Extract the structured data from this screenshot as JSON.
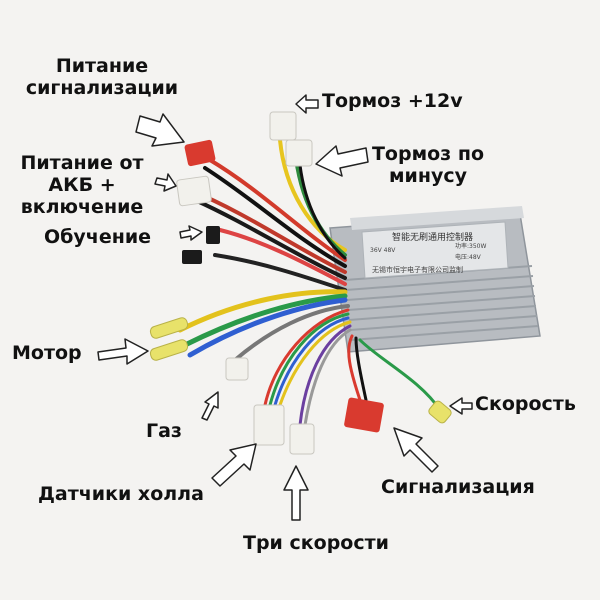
{
  "colors": {
    "background": "#f4f3f1",
    "controller_body": "#c9ccd0",
    "red_connector": "#d93a2f",
    "white_connector": "#f2f1ec"
  },
  "labels": {
    "alarm_power_1": "Питание",
    "alarm_power_2": "сигнализации",
    "brake_12v": "Тормоз +12v",
    "battery_1": "Питание от",
    "battery_2": "АКБ +",
    "battery_3": "включение",
    "brake_minus_1": "Тормоз по",
    "brake_minus_2": "минусу",
    "learning": "Обучение",
    "motor": "Мотор",
    "throttle": "Газ",
    "speed": "Скорость",
    "hall": "Датчики холла",
    "alarm": "Сигнализация",
    "three_speed": "Три скорости"
  },
  "controller_text": {
    "title": "智能无刷通用控制器",
    "spec_line1": "36V 48V",
    "spec_line2": "功率:350W",
    "spec_line3": "电压:48V",
    "maker": "无锡市恒宇电子有限公司监制"
  }
}
